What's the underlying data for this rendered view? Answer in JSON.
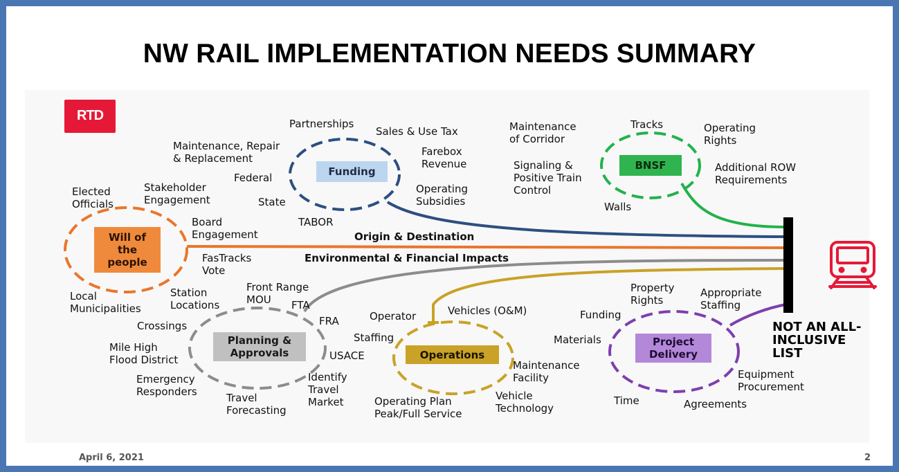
{
  "title": "NW RAIL IMPLEMENTATION NEEDS SUMMARY",
  "logo_text": "RTD",
  "colors": {
    "border": "#4a77b4",
    "funding": "#2c4f80",
    "bnsf": "#22b24c",
    "will": "#e9762b",
    "planning": "#8c8c8c",
    "operations": "#c9a227",
    "project": "#7d3fae",
    "terminal": "#000000",
    "train_icon": "#e51937"
  },
  "groups": {
    "funding": {
      "hub": "Funding",
      "items": [
        "Partnerships",
        "Sales & Use Tax",
        "Farebox\nRevenue",
        "Operating\nSubsidies",
        "TABOR",
        "State",
        "Federal",
        "Maintenance, Repair\n& Replacement"
      ]
    },
    "bnsf": {
      "hub": "BNSF",
      "items": [
        "Tracks",
        "Operating\nRights",
        "Additional ROW\nRequirements",
        "Walls",
        "Signaling &\nPositive Train\nControl",
        "Maintenance\nof Corridor"
      ]
    },
    "will": {
      "hub": "Will of\nthe\npeople",
      "items": [
        "Elected\nOfficials",
        "Stakeholder\nEngagement",
        "Board\nEngagement",
        "FasTracks\nVote",
        "Local\nMunicipalities",
        "Station\nLocations"
      ]
    },
    "planning": {
      "hub": "Planning &\nApprovals",
      "items": [
        "Front Range\nMOU",
        "FTA",
        "FRA",
        "USACE",
        "Identify\nTravel\nMarket",
        "Travel\nForecasting",
        "Emergency\nResponders",
        "Mile High\nFlood District",
        "Crossings"
      ]
    },
    "operations": {
      "hub": "Operations",
      "items": [
        "Operator",
        "Vehicles (O&M)",
        "Staffing",
        "Maintenance\nFacility",
        "Vehicle\nTechnology",
        "Operating Plan\nPeak/Full Service"
      ]
    },
    "project": {
      "hub": "Project\nDelivery",
      "items": [
        "Property\nRights",
        "Appropriate\nStaffing",
        "Funding",
        "Materials",
        "Equipment\nProcurement",
        "Agreements",
        "Time"
      ]
    }
  },
  "lines": {
    "origin": "Origin & Destination",
    "environmental": "Environmental & Financial Impacts"
  },
  "not_inclusive": "NOT AN ALL-\nINCLUSIVE\nLIST",
  "icons": {
    "train": "train-icon",
    "logo": "rtd-logo"
  },
  "footer": {
    "date": "April 6, 2021",
    "page": "2"
  }
}
